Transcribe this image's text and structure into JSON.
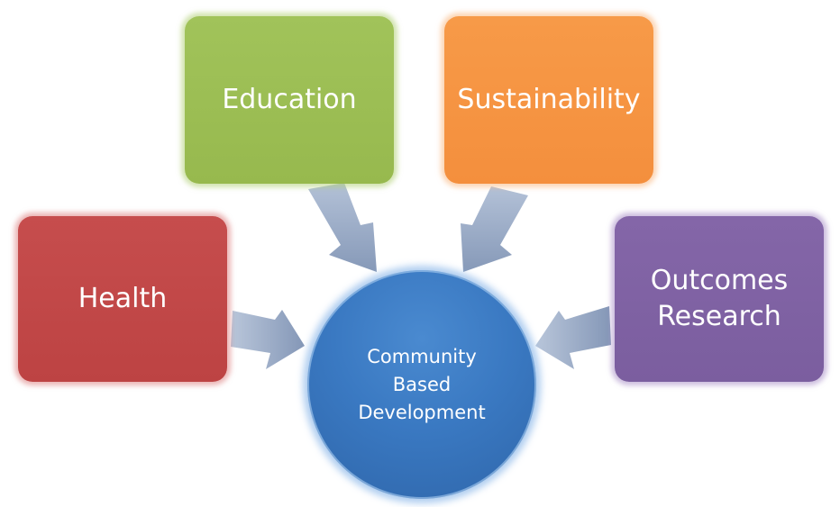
{
  "nodes": {
    "health": {
      "label": "Health",
      "color": "#c0504d"
    },
    "education": {
      "label": "Education",
      "color": "#9bbb59"
    },
    "sustainability": {
      "label": "Sustainability",
      "color": "#f79646"
    },
    "outcomes": {
      "line1": "Outcomes",
      "line2": "Research",
      "color": "#8064a2"
    }
  },
  "center": {
    "line1": "Community",
    "line2": "Based",
    "line3": "Development",
    "color": "#3c7bc4"
  },
  "arrow_color": "#8ea2c0"
}
